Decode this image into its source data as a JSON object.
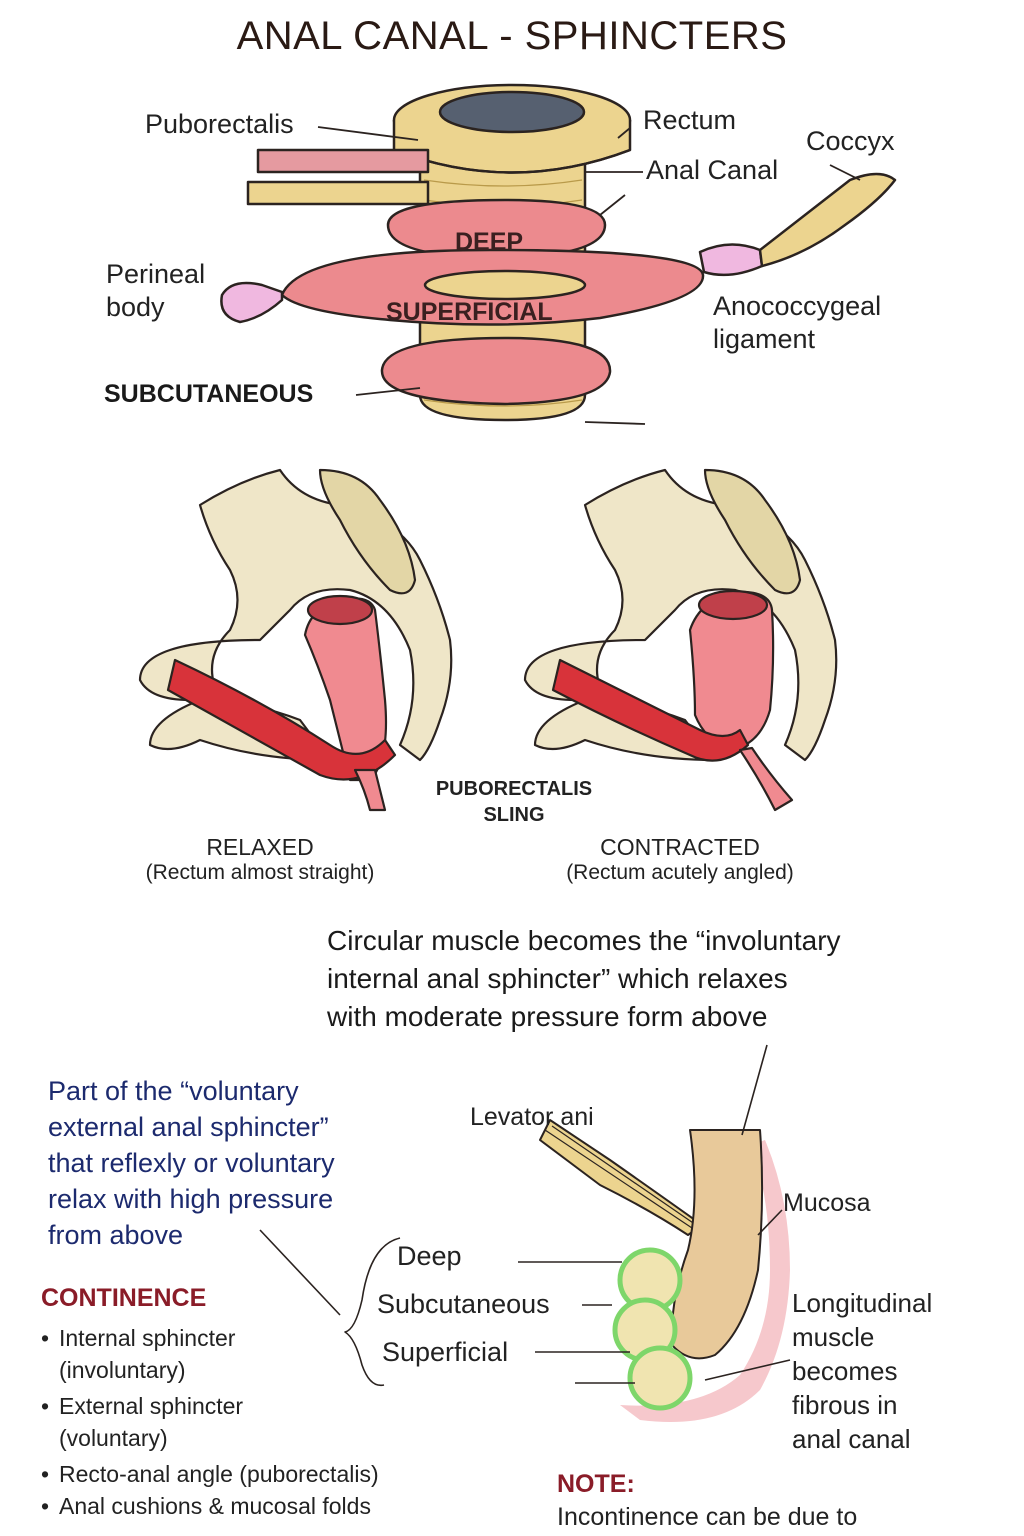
{
  "title": "ANAL CANAL - SPHINCTERS",
  "top_diagram": {
    "puborectalis": "Puborectalis",
    "rectum": "Rectum",
    "coccyx": "Coccyx",
    "anal_canal": "Anal Canal",
    "perineal_body": [
      "Perineal",
      "body"
    ],
    "anococcygeal": [
      "Anococcygeal",
      "ligament"
    ],
    "deep": "DEEP",
    "superficial": "SUPERFICIAL",
    "subcutaneous": "SUBCUTANEOUS"
  },
  "middle_diagram": {
    "sling": [
      "PUBORECTALIS",
      "SLING"
    ],
    "relaxed": "RELAXED",
    "relaxed_note": "(Rectum almost straight)",
    "contracted": "CONTRACTED",
    "contracted_note": "(Rectum acutely angled)"
  },
  "circular_note": [
    "Circular muscle becomes the “involuntary",
    "internal anal sphincter” which relaxes",
    "with moderate pressure form above"
  ],
  "external_note": [
    "Part of the “voluntary",
    "external anal sphincter”",
    "that reflexly or voluntary",
    "relax with high pressure",
    "from above"
  ],
  "bottom_diagram": {
    "levator": "Levator ani",
    "mucosa": "Mucosa",
    "deep": "Deep",
    "subcutaneous": "Subcutaneous",
    "superficial": "Superficial",
    "longitudinal": [
      "Longitudinal",
      "muscle",
      "becomes",
      "fibrous in",
      "anal canal"
    ]
  },
  "continence": {
    "heading": "CONTINENCE",
    "items": [
      "Internal sphincter",
      "(involuntary)",
      "External sphincter",
      "(voluntary)",
      "Recto-anal angle (puborectalis)",
      "Anal cushions & mucosal folds"
    ]
  },
  "note": {
    "heading": "NOTE:",
    "text": "Incontinence can be due to"
  },
  "colors": {
    "muscle_tan": "#ecd48f",
    "sphincter_pink": "#ec8a8e",
    "bone": "#efe6c8",
    "rectum_pink": "#f08a90",
    "puborectalis_red": "#d8333a",
    "perineal_body_pink": "#f0b8e0",
    "outline": "#2b2320",
    "circle_green": "#7ed66a",
    "note_blue": "#1c2a6e",
    "heading_red": "#8a1c28"
  }
}
